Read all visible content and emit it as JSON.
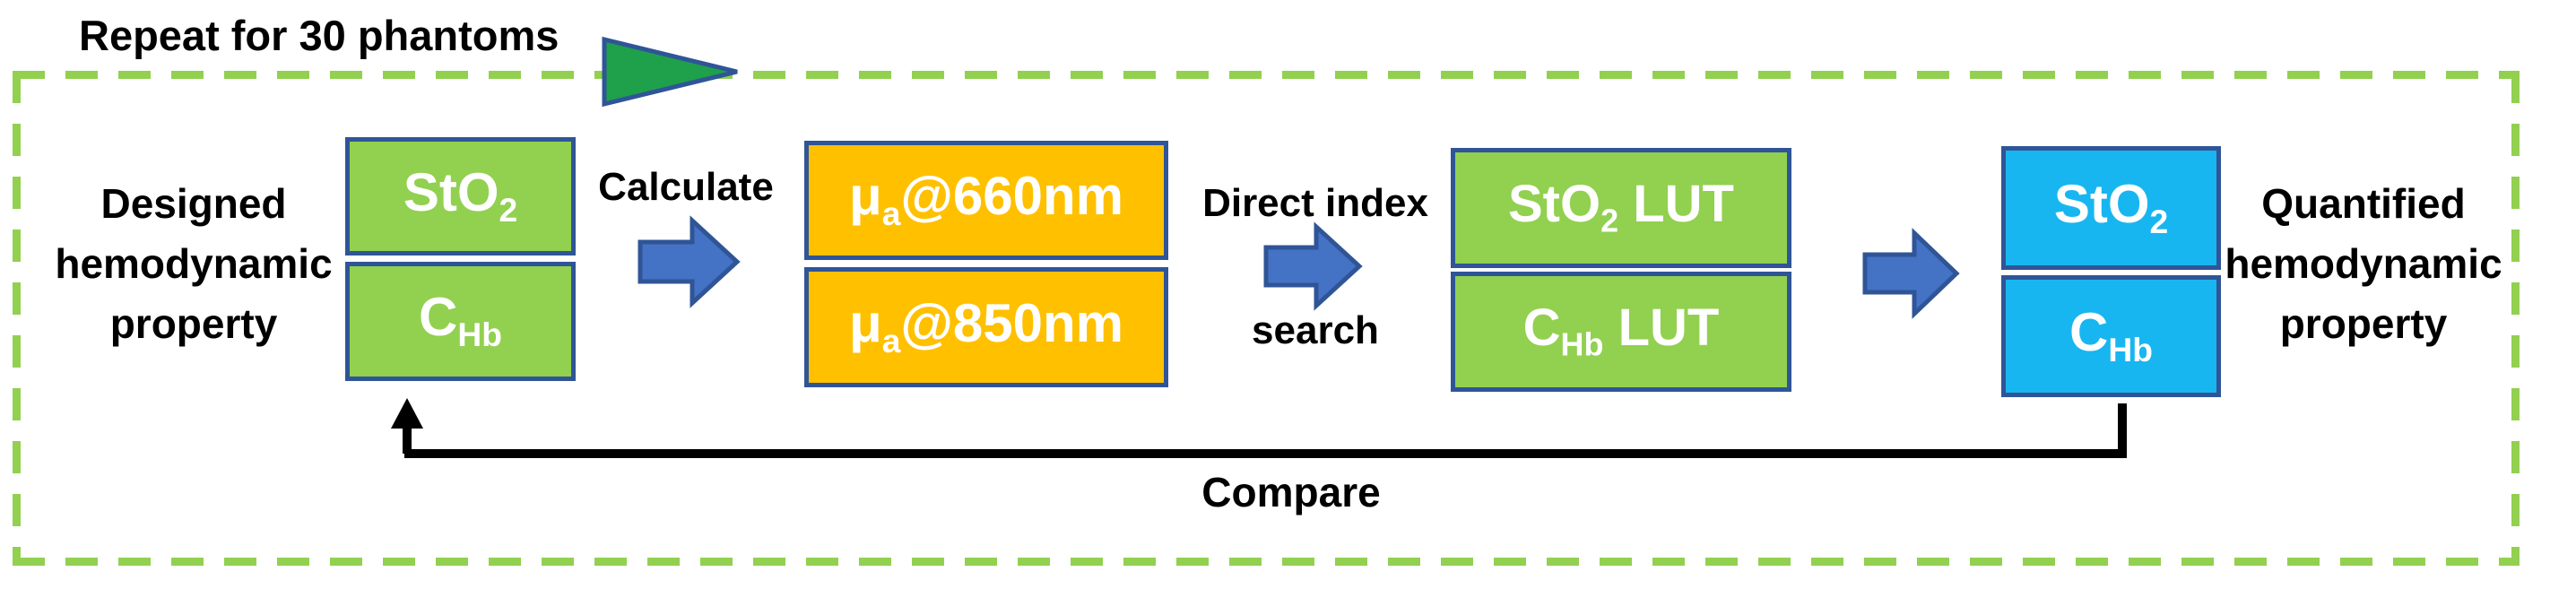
{
  "colors": {
    "box_green": "#92D050",
    "box_yellow": "#FFC000",
    "box_cyan": "#18B6F0",
    "arrow_blue": "#4472C4",
    "shape_border_blue": "#2F5597",
    "dash_green": "#92D050",
    "triangle_green": "#1FA04B",
    "text_black": "#000000",
    "text_white": "#FFFFFF"
  },
  "repeat_banner": {
    "label": "Repeat for 30 phantoms"
  },
  "left_caption": {
    "line1": "Designed",
    "line2": "hemodynamic",
    "line3": "property"
  },
  "right_caption": {
    "line1": "Quantified",
    "line2": "hemodynamic",
    "line3": "property"
  },
  "flow": {
    "designed_boxes": [
      {
        "pre": "StO",
        "sub": "2",
        "post": ""
      },
      {
        "pre": "C",
        "sub": "Hb",
        "post": ""
      }
    ],
    "calculate_label": "Calculate",
    "mua_boxes": [
      {
        "pre": "μ",
        "sub": "a",
        "post": "@660nm"
      },
      {
        "pre": "μ",
        "sub": "a",
        "post": "@850nm"
      }
    ],
    "direct_index_label": {
      "line1": "Direct index",
      "line2": "search"
    },
    "lut_boxes": [
      {
        "pre": "StO",
        "sub": "2",
        "post": " LUT"
      },
      {
        "pre": "C",
        "sub": "Hb",
        "post": " LUT"
      }
    ],
    "quantified_boxes": [
      {
        "pre": "StO",
        "sub": "2",
        "post": ""
      },
      {
        "pre": "C",
        "sub": "Hb",
        "post": ""
      }
    ],
    "compare_label": "Compare"
  }
}
